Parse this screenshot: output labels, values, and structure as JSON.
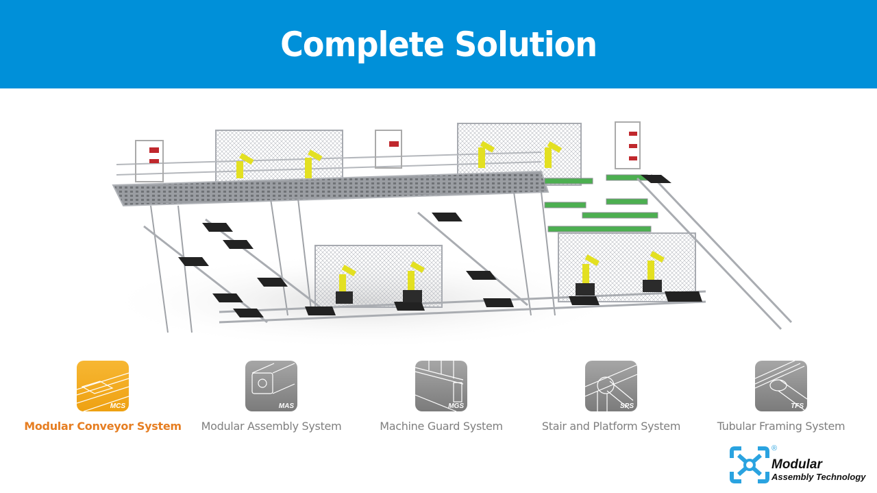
{
  "header": {
    "title": "Complete Solution",
    "background": "#0090d9"
  },
  "scene": {
    "description": "3D rendering of automated production line with conveyors, stairs, platform, machine guards and robots",
    "elements": [
      "platform-walkway",
      "staircases",
      "machine-guard-cages",
      "yellow-robot-arms",
      "conveyor-lines",
      "storage-racks",
      "pcb-shelves"
    ]
  },
  "products": [
    {
      "code": "MCS",
      "label": "Modular Conveyor System",
      "active": true,
      "icon": "conveyor-icon"
    },
    {
      "code": "MAS",
      "label": "Modular Assembly System",
      "active": false,
      "icon": "aluminum-profile-icon"
    },
    {
      "code": "MGS",
      "label": "Machine Guard System",
      "active": false,
      "icon": "machine-guard-icon"
    },
    {
      "code": "SPS",
      "label": "Stair and Platform System",
      "active": false,
      "icon": "tube-joint-icon"
    },
    {
      "code": "TFS",
      "label": "Tubular Framing System",
      "active": false,
      "icon": "tube-clamp-icon"
    }
  ],
  "colors": {
    "active": "#e67e22",
    "inactive": "#7f7f7f",
    "tile_orange": "#f2a81d",
    "tile_gray": "#8c8c8c",
    "logo_blue": "#2aa3e0"
  },
  "logo": {
    "line1": "Modular",
    "line2": "Assembly Technology",
    "registered": "®"
  }
}
